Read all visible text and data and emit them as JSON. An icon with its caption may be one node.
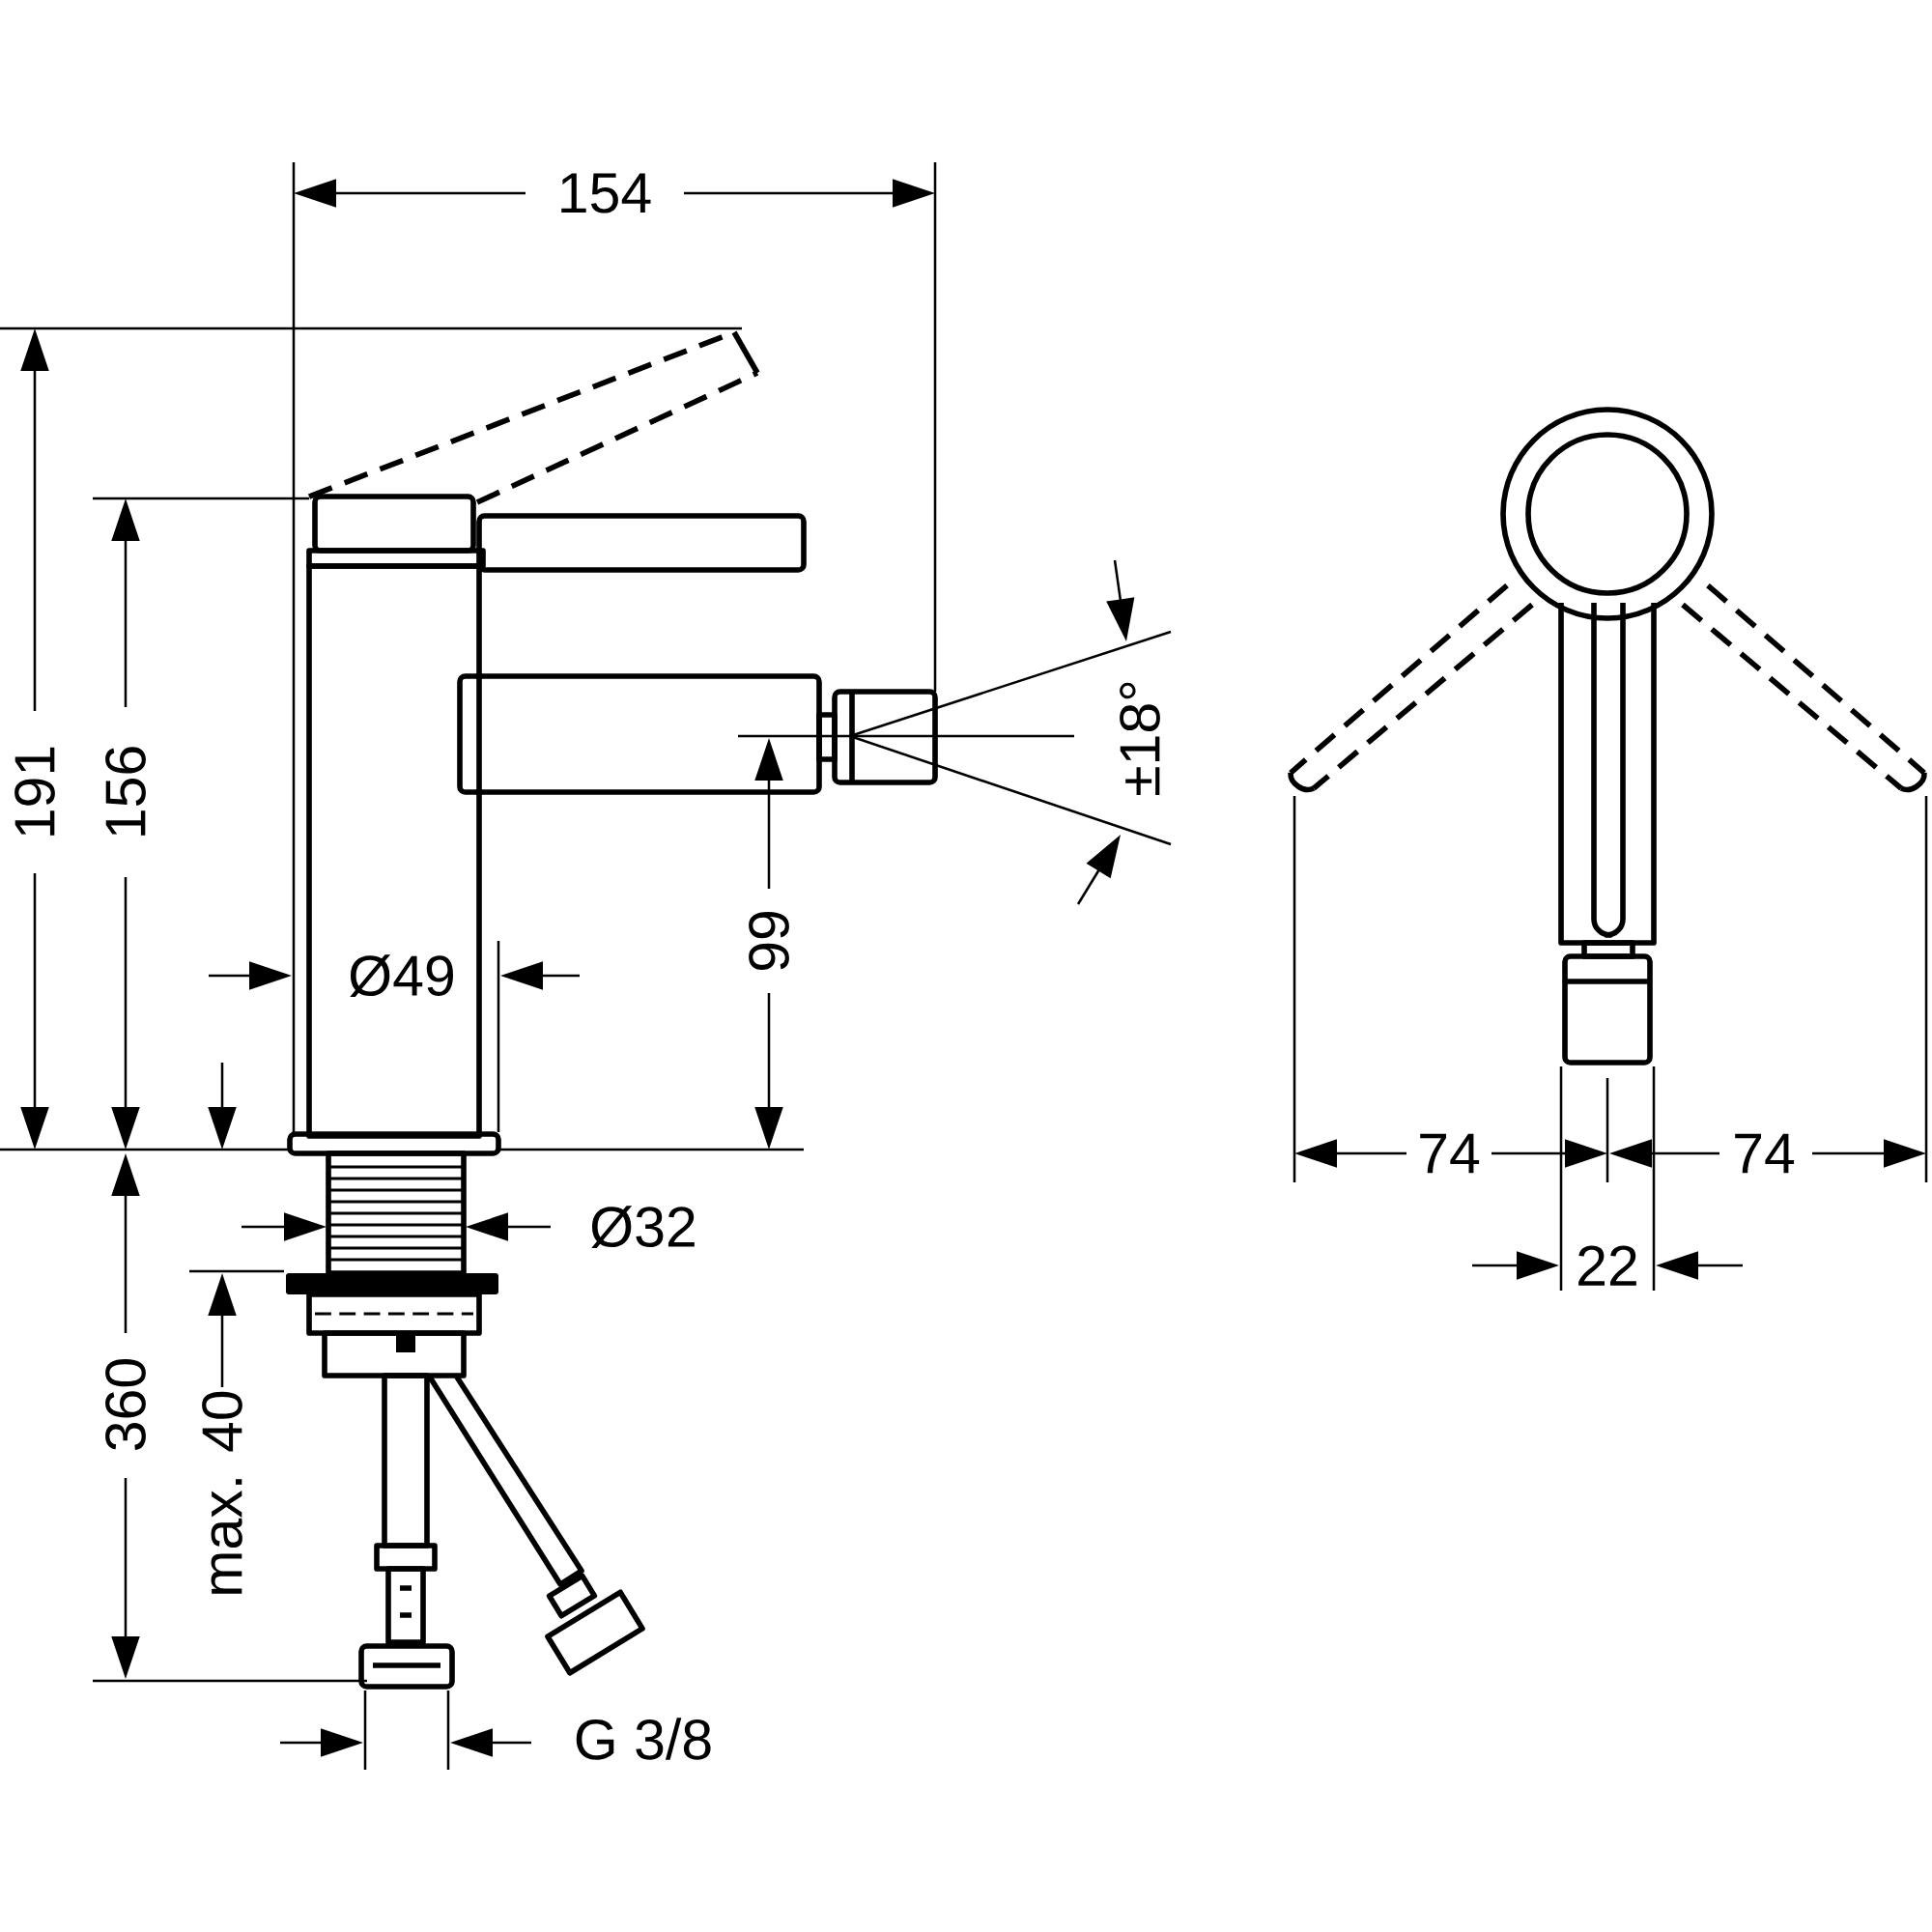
{
  "diagram": {
    "labels": [
      "154",
      "191",
      "156",
      "Ø49",
      "99",
      "±18°",
      "Ø32",
      "360",
      "max. 40",
      "G 3/8",
      "74",
      "74",
      "22"
    ]
  }
}
